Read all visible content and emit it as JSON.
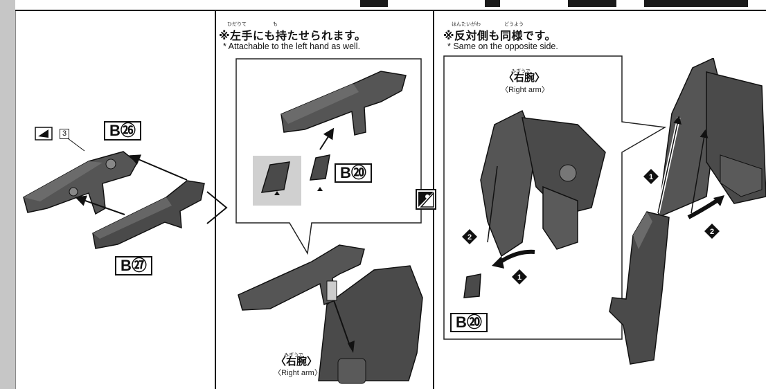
{
  "page": {
    "background": "#ffffff",
    "ink": "#111111",
    "part_color": "#4a4a4a"
  },
  "step_left": {
    "parts_label_top": {
      "letter": "B",
      "number": "㉖"
    },
    "parts_label_bottom": {
      "letter": "B",
      "number": "㉗"
    },
    "decal_number": "3",
    "icon": "decal-seal-icon"
  },
  "step_middle": {
    "note_ruby_1": "ひだりて",
    "note_ruby_2": "も",
    "note_jp": "※左手にも持たせられます。",
    "note_en": "* Attachable to the left hand as well.",
    "detail_label": {
      "letter": "B",
      "number": "⑳"
    },
    "arm_ruby": "みぎうで",
    "arm_jp": "〈右腕〉",
    "arm_en": "〈Right arm〉"
  },
  "divider_icon": "flip-opposite-side-icon",
  "step_right": {
    "note_ruby_1": "はんたいがわ",
    "note_ruby_2": "どうよう",
    "note_jp": "※反対側も同様です。",
    "note_en": "* Same on the opposite side.",
    "arm_ruby": "みぎうで",
    "arm_jp": "〈右腕〉",
    "arm_en": "〈Right arm〉",
    "parts_label": {
      "letter": "B",
      "number": "⑳"
    },
    "step_badges": [
      "1",
      "2",
      "1",
      "2"
    ]
  }
}
